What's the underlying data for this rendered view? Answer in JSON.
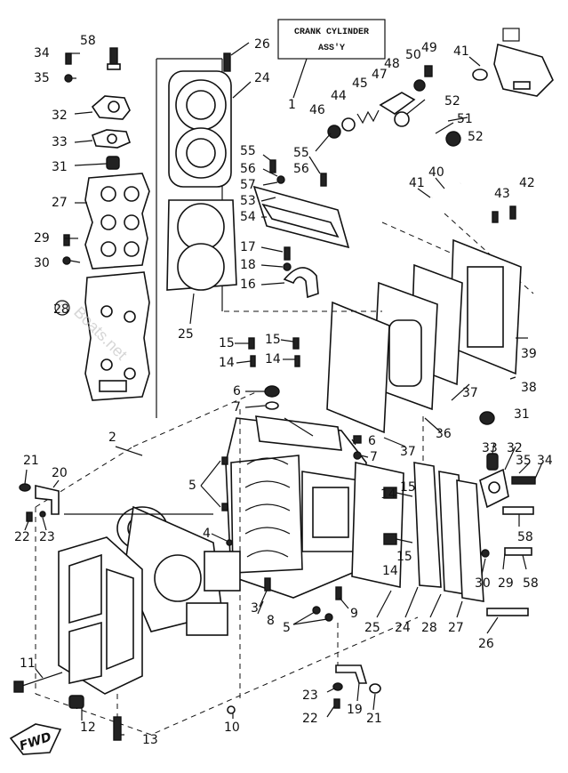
{
  "title_box": {
    "line1": "CRANK CYLINDER",
    "line2": "ASS'Y"
  },
  "watermark": {
    "text": "Boats.net",
    "symbol": "©"
  },
  "fwd_label": "FWD",
  "callouts": [
    {
      "id": "c58a",
      "text": "58"
    },
    {
      "id": "c34a",
      "text": "34"
    },
    {
      "id": "c35a",
      "text": "35"
    },
    {
      "id": "c32a",
      "text": "32"
    },
    {
      "id": "c33a",
      "text": "33"
    },
    {
      "id": "c31a",
      "text": "31"
    },
    {
      "id": "c27a",
      "text": "27"
    },
    {
      "id": "c29a",
      "text": "29"
    },
    {
      "id": "c30a",
      "text": "30"
    },
    {
      "id": "c28a",
      "text": "28"
    },
    {
      "id": "c26a",
      "text": "26"
    },
    {
      "id": "c24a",
      "text": "24"
    },
    {
      "id": "c25a",
      "text": "25"
    },
    {
      "id": "c1",
      "text": "1"
    },
    {
      "id": "c46",
      "text": "46"
    },
    {
      "id": "c44",
      "text": "44"
    },
    {
      "id": "c45",
      "text": "45"
    },
    {
      "id": "c47",
      "text": "47"
    },
    {
      "id": "c48",
      "text": "48"
    },
    {
      "id": "c50",
      "text": "50"
    },
    {
      "id": "c49",
      "text": "49"
    },
    {
      "id": "c41a",
      "text": "41"
    },
    {
      "id": "c52a",
      "text": "52"
    },
    {
      "id": "c51",
      "text": "51"
    },
    {
      "id": "c52b",
      "text": "52"
    },
    {
      "id": "c40",
      "text": "40"
    },
    {
      "id": "c41b",
      "text": "41"
    },
    {
      "id": "c43",
      "text": "43"
    },
    {
      "id": "c42",
      "text": "42"
    },
    {
      "id": "c55a",
      "text": "55"
    },
    {
      "id": "c55b",
      "text": "55"
    },
    {
      "id": "c56a",
      "text": "56"
    },
    {
      "id": "c56b",
      "text": "56"
    },
    {
      "id": "c57",
      "text": "57"
    },
    {
      "id": "c53",
      "text": "53"
    },
    {
      "id": "c54",
      "text": "54"
    },
    {
      "id": "c17",
      "text": "17"
    },
    {
      "id": "c18",
      "text": "18"
    },
    {
      "id": "c16",
      "text": "16"
    },
    {
      "id": "c15a",
      "text": "15"
    },
    {
      "id": "c15b",
      "text": "15"
    },
    {
      "id": "c14a",
      "text": "14"
    },
    {
      "id": "c14b",
      "text": "14"
    },
    {
      "id": "c6a",
      "text": "6"
    },
    {
      "id": "c7a",
      "text": "7"
    },
    {
      "id": "c39",
      "text": "39"
    },
    {
      "id": "c38",
      "text": "38"
    },
    {
      "id": "c37a",
      "text": "37"
    },
    {
      "id": "c36",
      "text": "36"
    },
    {
      "id": "c37b",
      "text": "37"
    },
    {
      "id": "c31b",
      "text": "31"
    },
    {
      "id": "c2",
      "text": "2"
    },
    {
      "id": "c21a",
      "text": "21"
    },
    {
      "id": "c20",
      "text": "20"
    },
    {
      "id": "c22a",
      "text": "22"
    },
    {
      "id": "c23a",
      "text": "23"
    },
    {
      "id": "c5a",
      "text": "5"
    },
    {
      "id": "c4",
      "text": "4"
    },
    {
      "id": "c6b",
      "text": "6"
    },
    {
      "id": "c7b",
      "text": "7"
    },
    {
      "id": "c33b",
      "text": "33"
    },
    {
      "id": "c32b",
      "text": "32"
    },
    {
      "id": "c35b",
      "text": "35"
    },
    {
      "id": "c34b",
      "text": "34"
    },
    {
      "id": "c14c",
      "text": "14"
    },
    {
      "id": "c15c",
      "text": "15"
    },
    {
      "id": "c58b",
      "text": "58"
    },
    {
      "id": "c15d",
      "text": "15"
    },
    {
      "id": "c58c",
      "text": "58"
    },
    {
      "id": "c14d",
      "text": "14"
    },
    {
      "id": "c30b",
      "text": "30"
    },
    {
      "id": "c29b",
      "text": "29"
    },
    {
      "id": "c3",
      "text": "3"
    },
    {
      "id": "c8",
      "text": "8"
    },
    {
      "id": "c9",
      "text": "9"
    },
    {
      "id": "c5b",
      "text": "5"
    },
    {
      "id": "c25b",
      "text": "25"
    },
    {
      "id": "c24b",
      "text": "24"
    },
    {
      "id": "c28b",
      "text": "28"
    },
    {
      "id": "c27b",
      "text": "27"
    },
    {
      "id": "c26b",
      "text": "26"
    },
    {
      "id": "c11",
      "text": "11"
    },
    {
      "id": "c12",
      "text": "12"
    },
    {
      "id": "c13",
      "text": "13"
    },
    {
      "id": "c10",
      "text": "10"
    },
    {
      "id": "c23b",
      "text": "23"
    },
    {
      "id": "c22b",
      "text": "22"
    },
    {
      "id": "c19",
      "text": "19"
    },
    {
      "id": "c21b",
      "text": "21"
    }
  ]
}
